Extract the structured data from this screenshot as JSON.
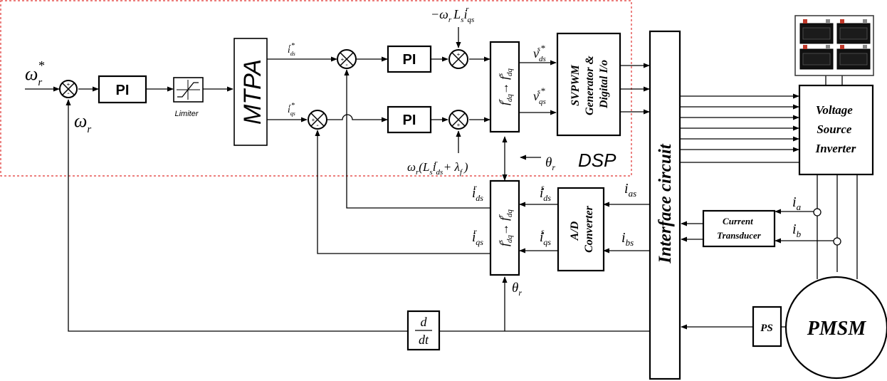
{
  "blocks": {
    "pi": "PI",
    "limiter": "Limiter",
    "mtpa": "MTPA",
    "svpwm_l1": "SVPWM",
    "svpwm_l2": "Generator &",
    "svpwm_l3": "Digital I/o",
    "inverter_l1": "Voltage",
    "inverter_l2": "Source",
    "inverter_l3": "Inverter",
    "interface": "Interface circuit",
    "adc_l1": "A/D",
    "adc_l2": "Converter",
    "transducer_l1": "Current",
    "transducer_l2": "Transducer",
    "ps": "PS",
    "pmsm": "PMSM",
    "deriv_num": "d",
    "deriv_den": "dt",
    "dsp": "DSP"
  },
  "symbols": {
    "omega": "ω",
    "theta": "θ",
    "star": "*",
    "sub_r": "r",
    "ff_top": "−ω",
    "ff_top_L": "L",
    "ff_top_i": "i",
    "ff_bot_om": "ω",
    "ff_bot_open": "(L",
    "ff_bot_i": "i",
    "ff_bot_plus": " + λ",
    "ff_bot_close": ")",
    "i": "i",
    "v": "v",
    "f": "f",
    "arrow": "→",
    "ds": "ds",
    "qs": "qs",
    "dq": "dq",
    "as": "as",
    "bs": "bs",
    "a": "a",
    "b": "b",
    "s": "s",
    "r": "r",
    "f_sub": "f"
  },
  "colors": {
    "dsp_border": "#e0312f",
    "lines": "#000000"
  }
}
